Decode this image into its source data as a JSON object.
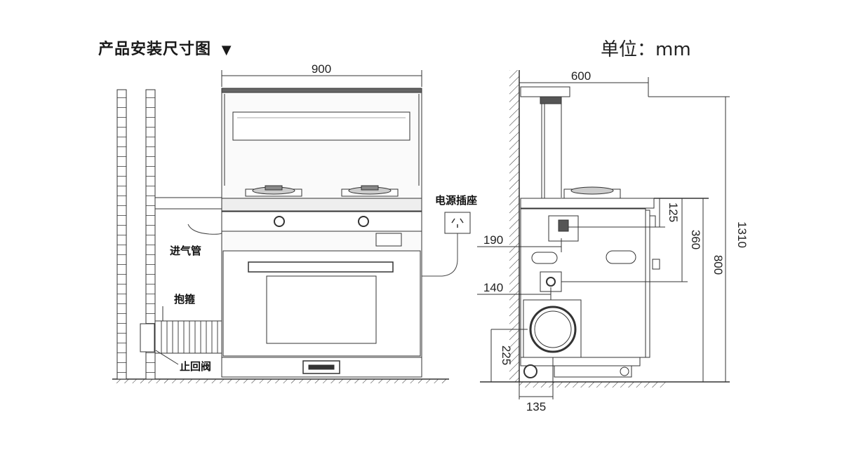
{
  "header": {
    "title": "产品安装尺寸图",
    "title_marker": "▼",
    "unit": "单位：mm"
  },
  "front_view": {
    "width_dim": "900",
    "labels": {
      "power_socket": "电源插座",
      "gas_inlet": "进气管",
      "hose_clamp": "抱箍",
      "check_valve": "止回阀"
    }
  },
  "side_view": {
    "dims": {
      "depth": "600",
      "total_height": "1310",
      "counter_height": "800",
      "socket_height": "360",
      "gas_height": "125",
      "socket_offset": "190",
      "gas_offset": "140",
      "exhaust_height": "225",
      "exhaust_offset": "135"
    }
  },
  "colors": {
    "line": "#333333",
    "fill_light": "#f2f2f2",
    "fill_dark": "#555555"
  }
}
